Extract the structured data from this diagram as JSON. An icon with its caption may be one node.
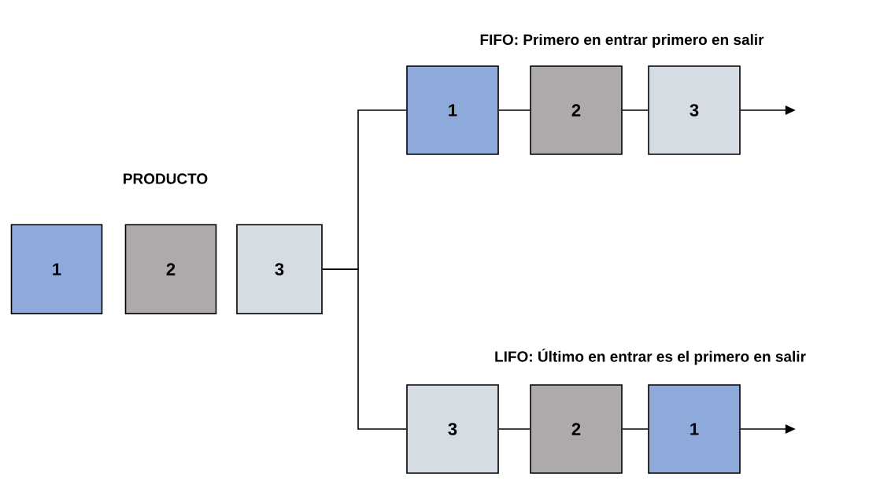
{
  "diagram": {
    "nodes": [
      {
        "text": [
          "1"
        ]
      },
      {
        "text": [
          "2"
        ]
      },
      {
        "text": [
          "3"
        ]
      },
      {
        "text": [
          "1"
        ]
      },
      {
        "text": [
          "2"
        ]
      },
      {
        "text": [
          "3"
        ]
      },
      {
        "text": [
          "3"
        ]
      },
      {
        "text": [
          "2"
        ]
      },
      {
        "text": [
          "1"
        ]
      }
    ],
    "edges": [
      {
        "from": 2,
        "to": 3,
        "arrow": "none"
      },
      {
        "from": 2,
        "to": 6,
        "arrow": "none"
      },
      {
        "from": 3,
        "to": 4,
        "arrow": "none"
      },
      {
        "from": 4,
        "to": 5,
        "arrow": "none"
      },
      {
        "from": 5,
        "to": null,
        "arrow": "to"
      },
      {
        "from": 6,
        "to": 7,
        "arrow": "none"
      },
      {
        "from": 7,
        "to": 8,
        "arrow": "none"
      },
      {
        "from": 8,
        "to": null,
        "arrow": "to"
      }
    ],
    "labels": [
      "FIFO: Primero en entrar primero en salir",
      "PRODUCTO",
      "LIFO: Último en entrar es el primero en salir"
    ]
  }
}
